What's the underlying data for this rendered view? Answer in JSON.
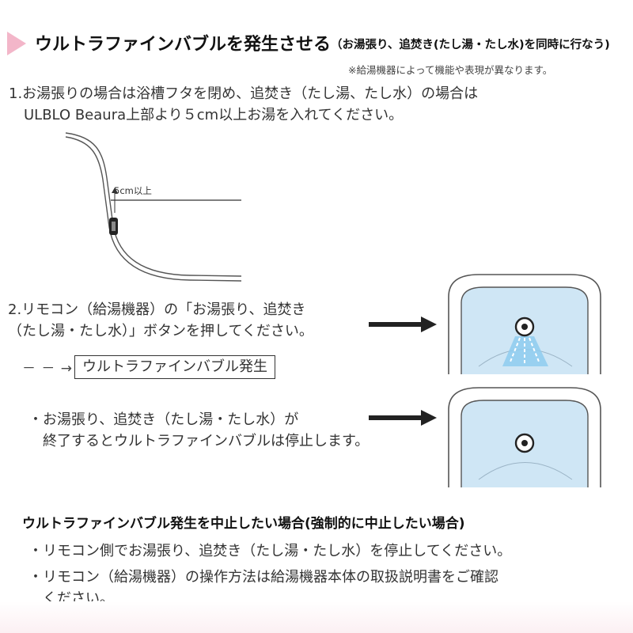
{
  "header": {
    "title": "ウルトラファインバブルを発生させる",
    "note": "（お湯張り、追焚き(たし湯・たし水)を同時に行なう)",
    "disclaimer": "※給湯機器によって機能や表現が異なります。"
  },
  "step1": {
    "lines": [
      "1.お湯張りの場合は浴槽フタを閉め、追焚き（たし湯、たし水）の場合は",
      "ULBLO Beaura上部より５cm以上お湯を入れてください。"
    ],
    "diagram_label": "5cm以上"
  },
  "step2": {
    "lines": [
      "2.リモコン（給湯機器）の「お湯張り、追焚き",
      "（たし湯・たし水）」ボタンを押してください。"
    ],
    "result_prefix": "－ － →",
    "result_box": "ウルトラファインバブル発生"
  },
  "stop_note": {
    "lines": [
      "・お湯張り、追焚き（たし湯・たし水）が",
      "　終了するとウルトラファインバブルは停止します。"
    ]
  },
  "section2": {
    "title": "ウルトラファインバブル発生を中止したい場合(強制的に中止したい場合)",
    "bullets": [
      "・リモコン側でお湯張り、追焚き（たし湯・たし水）を停止してください。",
      "・リモコン（給湯機器）の操作方法は給湯機器本体の取扱説明書をご確認",
      "　ください。"
    ]
  },
  "colors": {
    "accent_pink": "#f3b6c9",
    "water_blue": "#cfe6f5",
    "bubble_blue": "#6fb8e6"
  }
}
